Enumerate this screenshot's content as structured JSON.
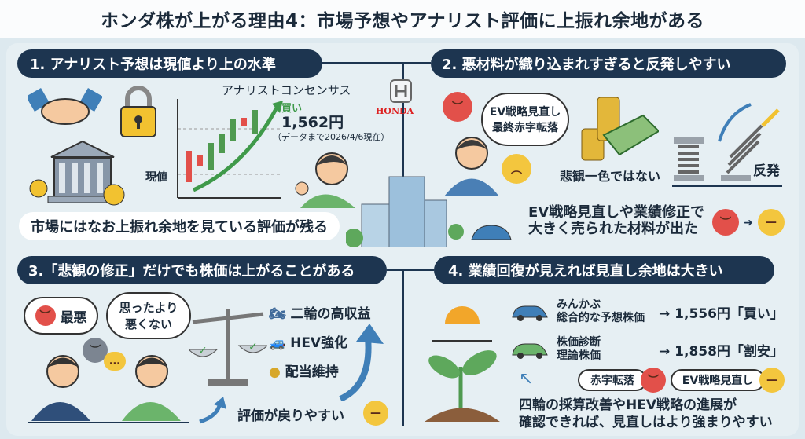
{
  "title": "ホンダ株が上がる理由4：市場予想やアナリスト評価に上振れ余地がある",
  "s1": {
    "heading": "1. アナリスト予想は現値より上の水準",
    "chart_label": "アナリストコンセンサス",
    "rating": "買い",
    "target": "1,562円",
    "note": "（データまで2026/4/6現在）",
    "current": "現値",
    "caption": "市場にはなお上振れ余地を見ている評価が残る"
  },
  "logo": "HONDA",
  "s2": {
    "heading": "2. 悪材料が織り込まれすぎると反発しやすい",
    "thought": [
      "EV戦略見直し",
      "最終赤字転落"
    ],
    "money_label": "悲観一色ではない",
    "rebound": "反発",
    "bottom": [
      "EV戦略見直しや業績修正で",
      "大きく売られた材料が出た"
    ]
  },
  "s3": {
    "heading": "3.「悲観の修正」だけでも株価は上がることがある",
    "bubble1": "最悪",
    "bubble2": [
      "思ったより",
      "悪くない"
    ],
    "items": [
      "二輪の高収益",
      "HEV強化",
      "配当維持"
    ],
    "bottom": "評価が戻りやすい"
  },
  "s4": {
    "heading": "4. 業績回復が見えれば見直し余地は大きい",
    "rows": [
      {
        "l1": "みんかぶ",
        "l2": "総合的な予想株価",
        "value": "→ 1,556円「買い」"
      },
      {
        "l1": "株価診断",
        "l2": "理論株価",
        "value": "→ 1,858円「割安」"
      }
    ],
    "tags": [
      "赤字転落",
      "EV戦略見直し"
    ],
    "bottom": [
      "四輪の採算改善やHEV戦略の進展が",
      "確認できれば、見直しはより強まりやすい"
    ]
  },
  "colors": {
    "navy": "#1d3550",
    "green": "#3f9a4a",
    "red": "#e2504a",
    "yellow": "#f3c63e",
    "blue": "#3f7fb8"
  }
}
